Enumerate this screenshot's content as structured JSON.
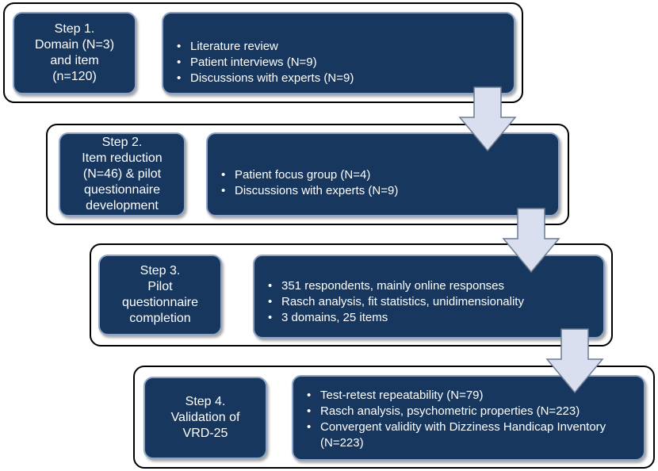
{
  "colors": {
    "box_fill": "#17375e",
    "box_border": "#8ea4c4",
    "arrow_fill": "#d9dfef",
    "arrow_stroke": "#6b7b93"
  },
  "steps": [
    {
      "title_lines": [
        "Step 1.",
        "Domain (N=3)",
        "and item",
        "(n=120)"
      ],
      "bullets": [
        "Literature review",
        "Patient interviews (N=9)",
        "Discussions with experts (N=9)"
      ]
    },
    {
      "title_lines": [
        "Step 2.",
        "Item reduction",
        "(N=46) & pilot",
        "questionnaire",
        "development"
      ],
      "bullets": [
        "Patient focus group (N=4)",
        "Discussions with experts (N=9)"
      ]
    },
    {
      "title_lines": [
        "Step 3.",
        "Pilot",
        "questionnaire",
        "completion"
      ],
      "bullets": [
        "351 respondents, mainly online responses",
        "Rasch analysis, fit statistics, unidimensionality",
        "3 domains, 25 items"
      ]
    },
    {
      "title_lines": [
        "Step 4.",
        "Validation of",
        "VRD-25"
      ],
      "bullets": [
        "Test-retest repeatability (N=79)",
        "Rasch analysis, psychometric properties (N=223)",
        "Convergent validity with Dizziness Handicap Inventory",
        "(N=223)"
      ]
    }
  ]
}
